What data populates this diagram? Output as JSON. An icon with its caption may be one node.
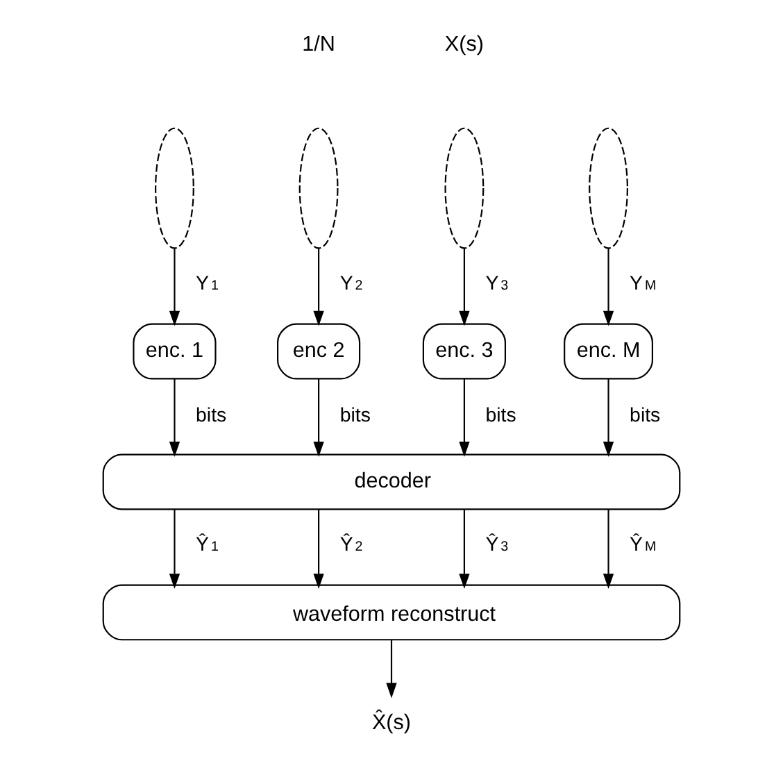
{
  "diagram": {
    "nodes": [
      {
        "text": [],
        "shape": "ellipse"
      },
      {
        "text": [],
        "shape": "ellipse"
      },
      {
        "text": [],
        "shape": "ellipse"
      },
      {
        "text": [],
        "shape": "ellipse"
      },
      {
        "text": [
          "enc. 1"
        ]
      },
      {
        "text": [
          "enc 2"
        ]
      },
      {
        "text": [
          "enc. 3"
        ]
      },
      {
        "text": [
          "enc. M"
        ]
      },
      {
        "text": [
          "decoder"
        ]
      },
      {
        "text": [
          "waveform reconstruct"
        ]
      },
      {
        "text": [
          "X̂(s)"
        ]
      }
    ],
    "edges": [
      {
        "from": 0,
        "to": 4,
        "arrow": "to",
        "label": "Y$_{1}$"
      },
      {
        "from": 1,
        "to": 5,
        "arrow": "to",
        "label": "Y$_{2}$"
      },
      {
        "from": 2,
        "to": 6,
        "arrow": "to",
        "label": "Y$_{3}$"
      },
      {
        "from": 3,
        "to": 7,
        "arrow": "to",
        "label": "Y$_{M}$"
      },
      {
        "from": 4,
        "to": 8,
        "arrow": "to",
        "label": "bits"
      },
      {
        "from": 5,
        "to": 8,
        "arrow": "to",
        "label": "bits"
      },
      {
        "from": 6,
        "to": 8,
        "arrow": "to",
        "label": "bits"
      },
      {
        "from": 7,
        "to": 8,
        "arrow": "to",
        "label": "bits"
      },
      {
        "from": 8,
        "to": 9,
        "arrow": "to",
        "label": "Ŷ$_{1}$"
      },
      {
        "from": 8,
        "to": 9,
        "arrow": "to",
        "label": "Ŷ$_{2}$"
      },
      {
        "from": 8,
        "to": 9,
        "arrow": "to",
        "label": "Ŷ$_{3}$"
      },
      {
        "from": 8,
        "to": 9,
        "arrow": "to",
        "label": "Ŷ$_{M}$"
      },
      {
        "from": 9,
        "to": 10,
        "arrow": "to"
      }
    ],
    "labels": [
      "1/N",
      "X(s)"
    ]
  }
}
